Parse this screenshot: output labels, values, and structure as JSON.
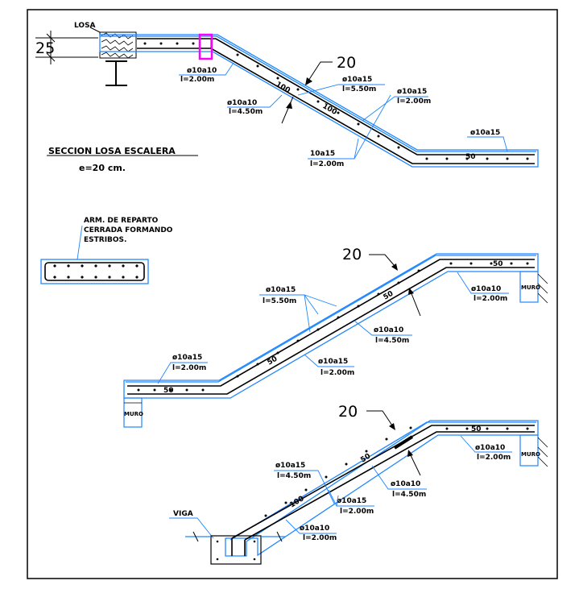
{
  "title": {
    "line1": "SECCION LOSA ESCALERA",
    "line2": "e=20 cm."
  },
  "section1": {
    "losa": "LOSA",
    "dim": "25",
    "thickness": "20",
    "lbl_a": {
      "l1": "ø10a10",
      "l2": "l=2.00m"
    },
    "lbl_b": {
      "l1": "ø10a10",
      "l2": "l=4.50m"
    },
    "lbl_c": {
      "l1": "ø10a15",
      "l2": "l=5.50m"
    },
    "lbl_d": {
      "l1": "ø10a15",
      "l2": "l=2.00m"
    },
    "lbl_e": {
      "l1": "10a15",
      "l2": "l=2.00m"
    },
    "lbl_f": "ø10a15",
    "m100a": "100",
    "m100b": "100",
    "m50": "50"
  },
  "detail": {
    "l1": "ARM. DE REPARTO",
    "l2": "CERRADA FORMANDO",
    "l3": "ESTRIBOS."
  },
  "section2": {
    "thickness": "20",
    "lbl_a": {
      "l1": "ø10a15",
      "l2": "l=5.50m"
    },
    "lbl_b": {
      "l1": "ø10a10",
      "l2": "l=2.00m"
    },
    "lbl_c": {
      "l1": "ø10a10",
      "l2": "l=4.50m"
    },
    "lbl_d": {
      "l1": "ø10a15",
      "l2": "l=2.00m"
    },
    "lbl_e": {
      "l1": "ø10a15",
      "l2": "l=2.00m"
    },
    "m50a": "50",
    "m50b": "50",
    "m50c": "50",
    "m50d": "50",
    "muro_left": "MURO",
    "muro_right": "MURO"
  },
  "section3": {
    "thickness": "20",
    "viga": "VIGA",
    "lbl_a": {
      "l1": "ø10a15",
      "l2": "l=4.50m"
    },
    "lbl_b": {
      "l1": "ø10a15",
      "l2": "l=2.00m"
    },
    "lbl_c": {
      "l1": "ø10a10",
      "l2": "l=4.50m"
    },
    "lbl_d": {
      "l1": "ø10a10",
      "l2": "l=2.00m"
    },
    "lbl_e": {
      "l1": "ø10a10",
      "l2": "l=2.00m"
    },
    "m50a": "50",
    "m50b": "50",
    "m100": "100",
    "muro": "MURO"
  },
  "colors": {
    "outline": "#1f87ff",
    "rebar": "#000000",
    "highlight": "#ff00ff"
  }
}
